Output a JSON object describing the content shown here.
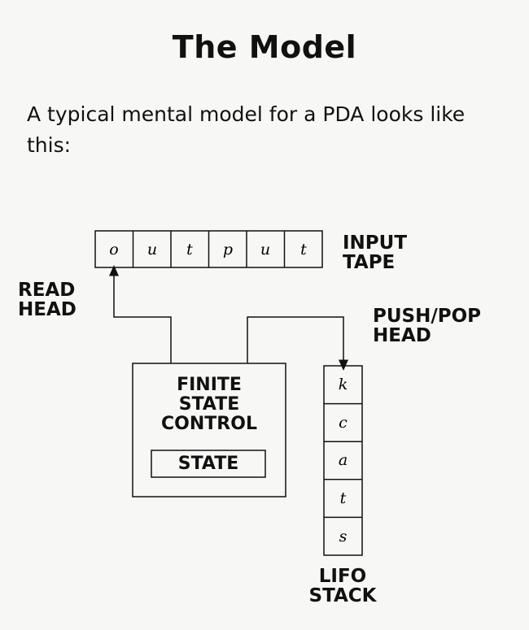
{
  "title": "The Model",
  "intro": "A typical mental model for a PDA looks like this:",
  "diagram": {
    "tape_cells": [
      "o",
      "u",
      "t",
      "p",
      "u",
      "t"
    ],
    "stack_cells": [
      "k",
      "c",
      "a",
      "t",
      "s"
    ],
    "labels": {
      "input_tape": [
        "INPUT",
        "TAPE"
      ],
      "read_head": [
        "READ",
        "HEAD"
      ],
      "push_pop_head": [
        "PUSH/POP",
        "HEAD"
      ],
      "finite_state_control": [
        "FINITE",
        "STATE",
        "CONTROL"
      ],
      "state": "STATE",
      "lifo_stack": [
        "LIFO",
        "STACK"
      ]
    }
  }
}
